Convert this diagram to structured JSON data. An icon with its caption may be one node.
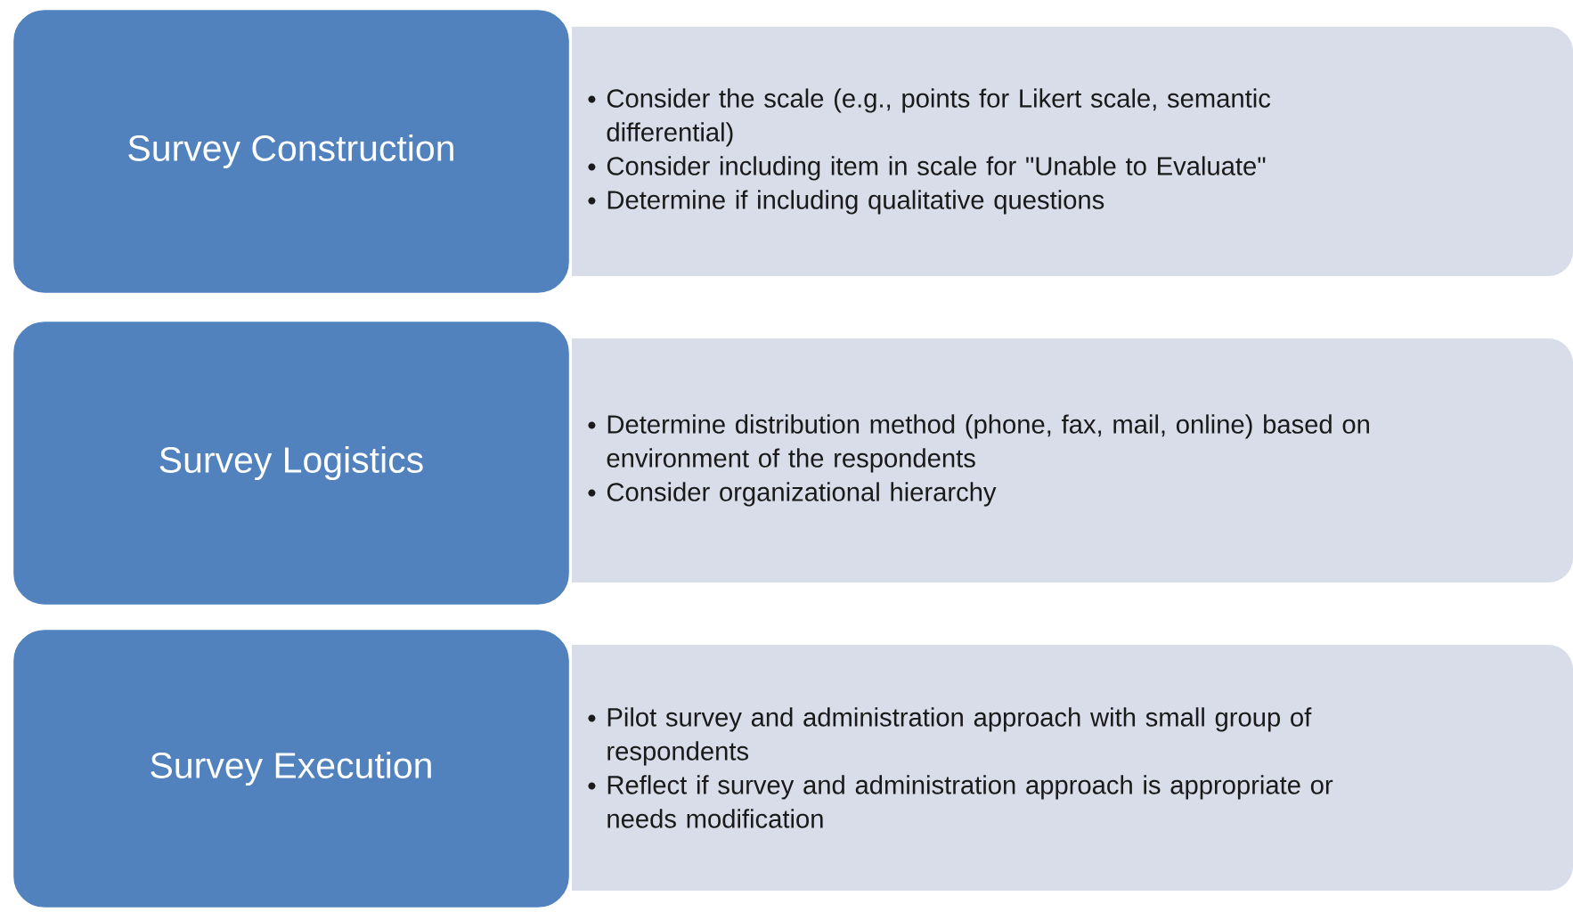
{
  "diagram": {
    "nodes": [
      {
        "text": [
          "Survey Construction"
        ]
      },
      {
        "text": [
          "Consider the scale (e.g., points for Likert scale, semantic differential)",
          "Consider including item in scale for \"Unable to Evaluate\"",
          "Determine if including qualitative questions"
        ]
      },
      {
        "text": [
          "Survey Logistics"
        ]
      },
      {
        "text": [
          "Determine distribution method (phone, fax, mail, online) based on environment of the respondents",
          "Consider organizational hierarchy"
        ]
      },
      {
        "text": [
          "Survey Execution"
        ]
      },
      {
        "text": [
          "Pilot survey and administration approach with small group of respondents",
          "Reflect if survey and administration approach is appropriate or needs modification"
        ]
      }
    ]
  }
}
